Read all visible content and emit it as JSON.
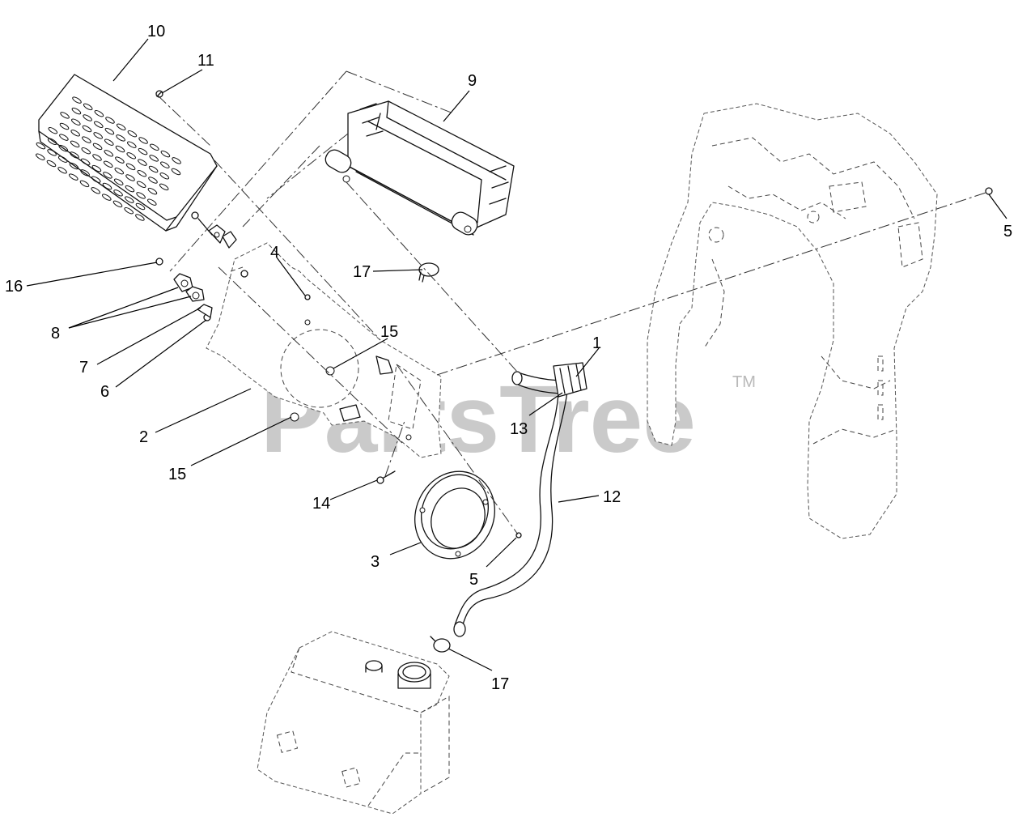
{
  "watermark": {
    "text": "PartsTree",
    "mark": "TM"
  },
  "callouts": [
    {
      "id": "c1",
      "label": "1"
    },
    {
      "id": "c2",
      "label": "2"
    },
    {
      "id": "c3",
      "label": "3"
    },
    {
      "id": "c4",
      "label": "4"
    },
    {
      "id": "c5a",
      "label": "5"
    },
    {
      "id": "c5b",
      "label": "5"
    },
    {
      "id": "c6",
      "label": "6"
    },
    {
      "id": "c7",
      "label": "7"
    },
    {
      "id": "c8",
      "label": "8"
    },
    {
      "id": "c9",
      "label": "9"
    },
    {
      "id": "c10",
      "label": "10"
    },
    {
      "id": "c11",
      "label": "11"
    },
    {
      "id": "c12",
      "label": "12"
    },
    {
      "id": "c13",
      "label": "13"
    },
    {
      "id": "c14",
      "label": "14"
    },
    {
      "id": "c15a",
      "label": "15"
    },
    {
      "id": "c15b",
      "label": "15"
    },
    {
      "id": "c16",
      "label": "16"
    },
    {
      "id": "c17a",
      "label": "17"
    },
    {
      "id": "c17b",
      "label": "17"
    }
  ]
}
